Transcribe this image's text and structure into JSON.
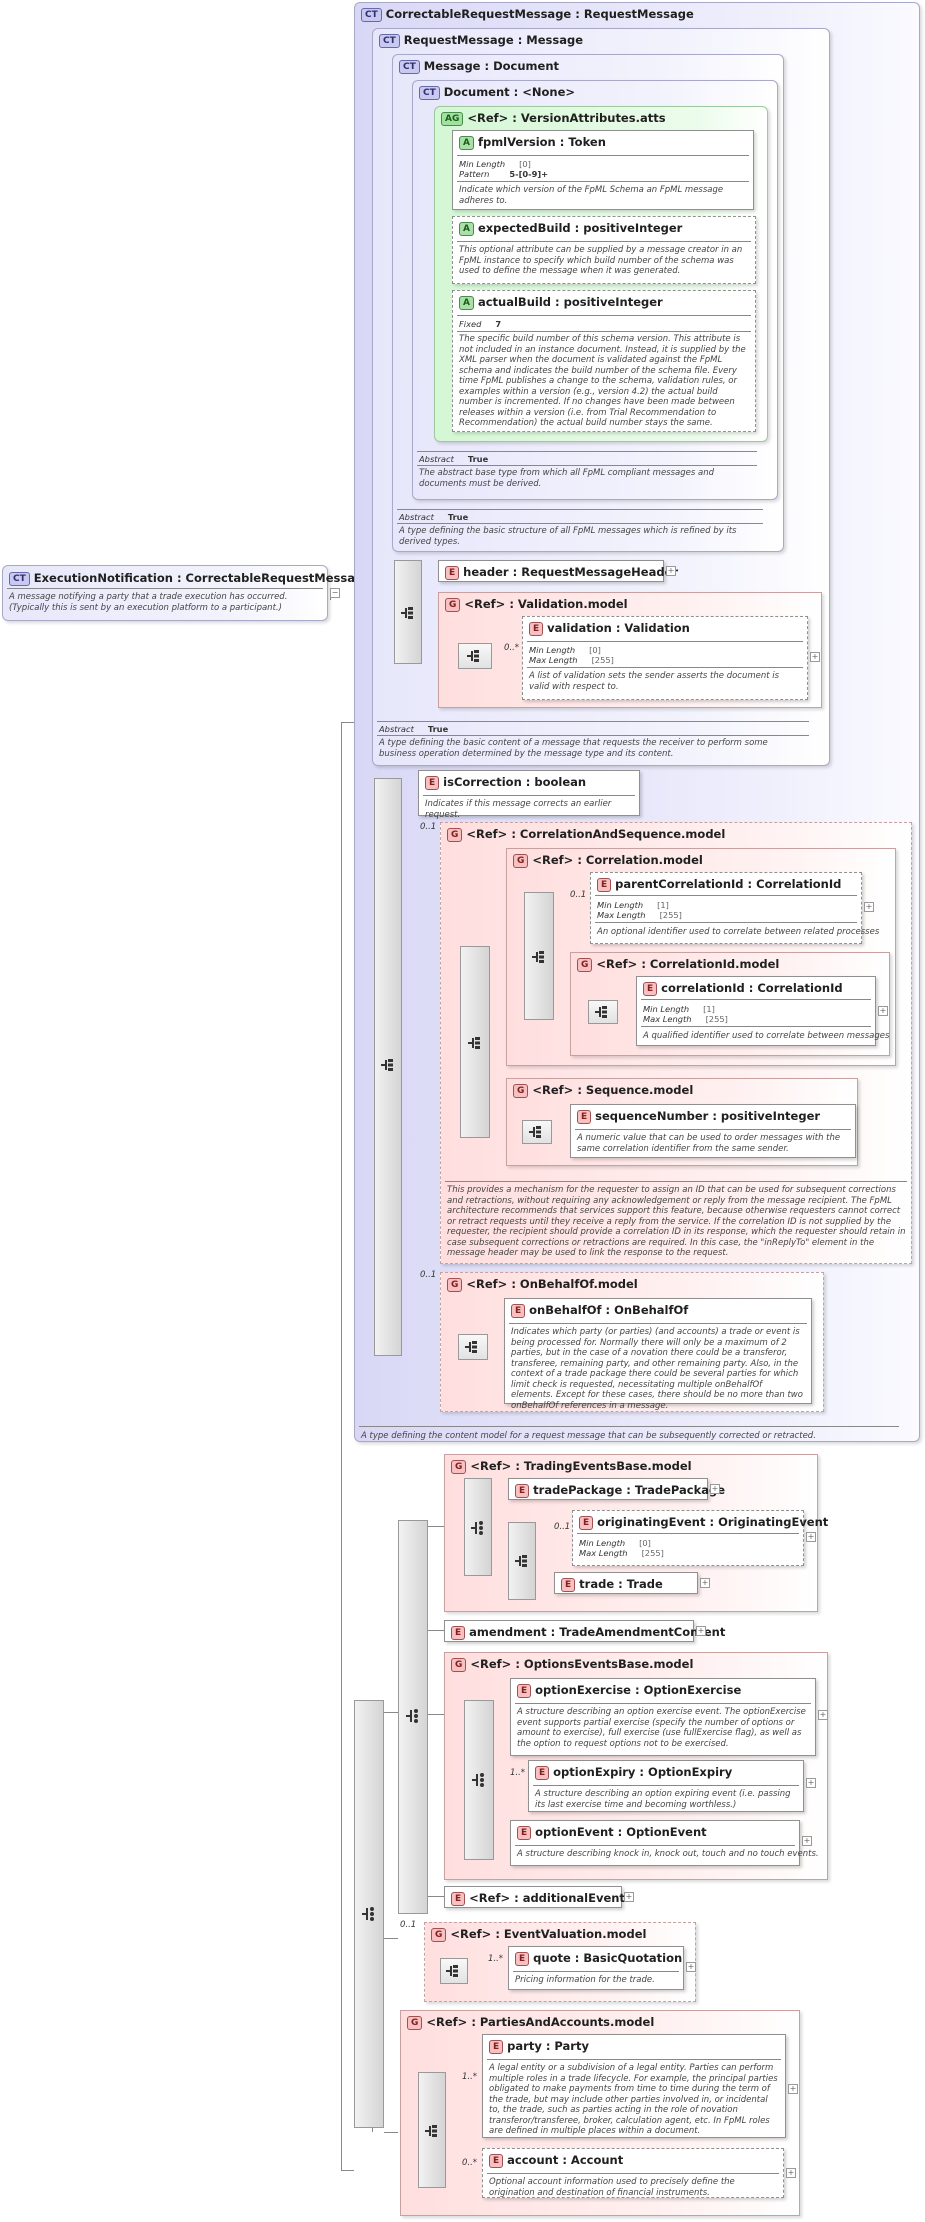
{
  "root": {
    "badge": "CT",
    "label": "ExecutionNotification : CorrectableRequestMessage",
    "desc": "A message notifying a party that a trade execution has occurred. (Typically this is sent by an execution platform to a participant.)"
  },
  "crm": {
    "badge": "CT",
    "label": "CorrectableRequestMessage : RequestMessage",
    "desc": "A type defining the content model for a request message that can be subsequently corrected or retracted."
  },
  "rm": {
    "badge": "CT",
    "label": "RequestMessage : Message",
    "abstract_label": "Abstract",
    "abstract_value": "True",
    "desc": "A type defining the basic content of a message that requests the receiver to perform some business operation determined by the message type and its content."
  },
  "msg": {
    "badge": "CT",
    "label": "Message : Document",
    "abstract_label": "Abstract",
    "abstract_value": "True",
    "desc": "A type defining the basic structure of all FpML messages which is refined by its derived types."
  },
  "doc": {
    "badge": "CT",
    "label": "Document : <None>",
    "abstract_label": "Abstract",
    "abstract_value": "True",
    "desc": "The abstract base type from which all FpML compliant messages and documents must be derived."
  },
  "va": {
    "badge": "AG",
    "label": "<Ref>      : VersionAttributes.atts"
  },
  "fpml": {
    "badge": "A",
    "label": "fpmlVersion : Token",
    "p1k": "Min Length",
    "p1v": "[0]",
    "p2k": "Pattern",
    "p2v": "5-[0-9]+",
    "desc": "Indicate which version of the FpML Schema an FpML message adheres to."
  },
  "eb": {
    "badge": "A",
    "label": "expectedBuild : positiveInteger",
    "desc": "This optional attribute can be supplied by a message creator in an FpML instance to specify which build number of the schema was used to define the message when it was generated."
  },
  "abuild": {
    "badge": "A",
    "label": "actualBuild : positiveInteger",
    "p1k": "Fixed",
    "p1v": "7",
    "desc": "The specific build number of this schema version. This attribute is not included in an instance document. Instead, it is supplied by the XML parser when the document is validated against the FpML schema and indicates the build number of the schema file. Every time FpML publishes a change to the schema, validation rules, or examples within a version (e.g., version 4.2) the actual build number is incremented. If no changes have been made between releases within a version (i.e. from Trial Recommendation to Recommendation) the actual build number stays the same."
  },
  "header": {
    "badge": "E",
    "label": "header      : RequestMessageHeader"
  },
  "valm": {
    "badge": "G",
    "label": "<Ref>      : Validation.model",
    "card": "0..*"
  },
  "validation": {
    "badge": "E",
    "label": "validation : Validation",
    "p1k": "Min Length",
    "p1v": "[0]",
    "p2k": "Max Length",
    "p2v": "[255]",
    "desc": "A list of validation sets the sender asserts the document is valid with respect to."
  },
  "iscorr": {
    "badge": "E",
    "label": "isCorrection : boolean",
    "desc": "Indicates if this message corrects an earlier request."
  },
  "cas": {
    "badge": "G",
    "label": "<Ref>      : CorrelationAndSequence.model",
    "card": "0..1",
    "desc": "This provides a mechanism for the requester to assign an ID that can be used for subsequent corrections and retractions, without requiring any acknowledgement or reply from the message recipient. The FpML architecture recommends that services support this feature, because otherwise requesters cannot correct or retract requests until they receive a reply from the service. If the correlation ID is not supplied by the requester, the recipient should provide a correlation ID in its response, which the requester should retain in case subsequent corrections or retractions are required. In this case, the \"inReplyTo\" element in the message header may be used to link the response to the request."
  },
  "corrm": {
    "badge": "G",
    "label": "<Ref>      : Correlation.model"
  },
  "pcid": {
    "badge": "E",
    "label": "parentCorrelationId : CorrelationId",
    "card": "0..1",
    "p1k": "Min Length",
    "p1v": "[1]",
    "p2k": "Max Length",
    "p2v": "[255]",
    "desc": "An optional identifier used to correlate between related processes"
  },
  "cidm": {
    "badge": "G",
    "label": "<Ref>      : CorrelationId.model"
  },
  "cid": {
    "badge": "E",
    "label": "correlationId : CorrelationId",
    "p1k": "Min Length",
    "p1v": "[1]",
    "p2k": "Max Length",
    "p2v": "[255]",
    "desc": "A qualified identifier used to correlate between messages"
  },
  "seqm": {
    "badge": "G",
    "label": "<Ref>      : Sequence.model"
  },
  "seqn": {
    "badge": "E",
    "label": "sequenceNumber : positiveInteger",
    "desc": "A numeric value that can be used to order messages with the same correlation identifier from the same sender."
  },
  "obo": {
    "badge": "G",
    "label": "<Ref>      : OnBehalfOf.model",
    "card": "0..1"
  },
  "obo_el": {
    "badge": "E",
    "label": "onBehalfOf : OnBehalfOf",
    "desc": "Indicates which party (or parties) (and accounts) a trade or event is being processed for. Normally there will only be a maximum of 2 parties, but in the case of a novation there could be a transferor, transferee, remaining party, and other remaining party. Also, in the context of a trade package there could be several parties for which limit check is requested, necessitating multiple onBehalfOf elements. Except for these cases, there should be no more than two onBehalfOf references in a message."
  },
  "teb": {
    "badge": "G",
    "label": "<Ref>      : TradingEventsBase.model"
  },
  "tp": {
    "badge": "E",
    "label": "tradePackage : TradePackage"
  },
  "oe": {
    "badge": "E",
    "label": "originatingEvent : OriginatingEvent",
    "card": "0..1",
    "p1k": "Min Length",
    "p1v": "[0]",
    "p2k": "Max Length",
    "p2v": "[255]"
  },
  "trade": {
    "badge": "E",
    "label": "trade       : Trade"
  },
  "amend": {
    "badge": "E",
    "label": "amendment : TradeAmendmentContent"
  },
  "oeb": {
    "badge": "G",
    "label": "<Ref>      : OptionsEventsBase.model"
  },
  "oex": {
    "badge": "E",
    "label": "optionExercise : OptionExercise",
    "desc": "A structure describing an option exercise event. The optionExercise event supports partial exercise (specify the number of options or amount to exercise), full exercise (use fullExercise flag), as well as the option to request options not to be exercised."
  },
  "oexp": {
    "badge": "E",
    "label": "optionExpiry : OptionExpiry",
    "card": "1..*",
    "desc": "A structure describing an option expiring event (i.e. passing its last exercise time and becoming worthless.)"
  },
  "oev": {
    "badge": "E",
    "label": "optionEvent : OptionEvent",
    "desc": "A structure describing knock in, knock out, touch and no touch events."
  },
  "addev": {
    "badge": "E",
    "label": "<Ref>      : additionalEvent"
  },
  "evv": {
    "badge": "G",
    "label": "<Ref>      : EventValuation.model",
    "card": "0..1"
  },
  "quote": {
    "badge": "E",
    "label": "quote       : BasicQuotation",
    "card": "1..*",
    "desc": "Pricing information for the trade."
  },
  "paa": {
    "badge": "G",
    "label": "<Ref>      : PartiesAndAccounts.model"
  },
  "party": {
    "badge": "E",
    "label": "party       : Party",
    "card": "1..*",
    "desc": "A legal entity or a subdivision of a legal entity. Parties can perform multiple roles in a trade lifecycle. For example, the principal parties obligated to make payments from time to time during the term of the trade, but may include other parties involved in, or incidental to, the trade, such as parties acting in the role of novation transferor/transferee, broker, calculation agent, etc. In FpML roles are defined in multiple places within a document."
  },
  "account": {
    "badge": "E",
    "label": "account   : Account",
    "card": "0..*",
    "desc": "Optional account information used to precisely define the origination and destination of financial instruments."
  }
}
